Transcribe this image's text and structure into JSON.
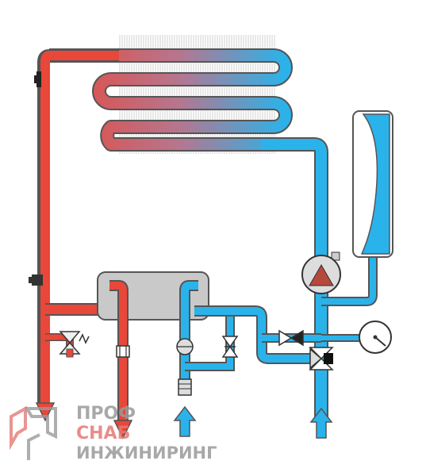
{
  "logo": {
    "line1": "ПРОФ",
    "line2": "СНАБ",
    "line3": "ИНЖИНИРИНГ"
  },
  "colors": {
    "hot": "#e8473a",
    "cold": "#2ab3ea",
    "outline": "#555555",
    "exchanger": "#c9c9c9",
    "logo_red": "#e47a76",
    "logo_gray": "#9a9a9a"
  },
  "components": {
    "heat_exchanger": "heat-exchanger-coil",
    "plate_exchanger": "plate-heat-exchanger",
    "expansion_tank": "expansion-tank",
    "pump": "circulation-pump",
    "pressure_gauge": "pressure-gauge-icon",
    "three_way_valve": "three-way-valve-icon",
    "check_valve": "check-valve-icon",
    "safety_valve": "safety-valve-icon",
    "flow_sensor": "flow-sensor-icon",
    "filter": "filter-icon",
    "bypass_valve": "bypass-valve-icon",
    "temperature_sensor": "temperature-sensor-icon"
  }
}
